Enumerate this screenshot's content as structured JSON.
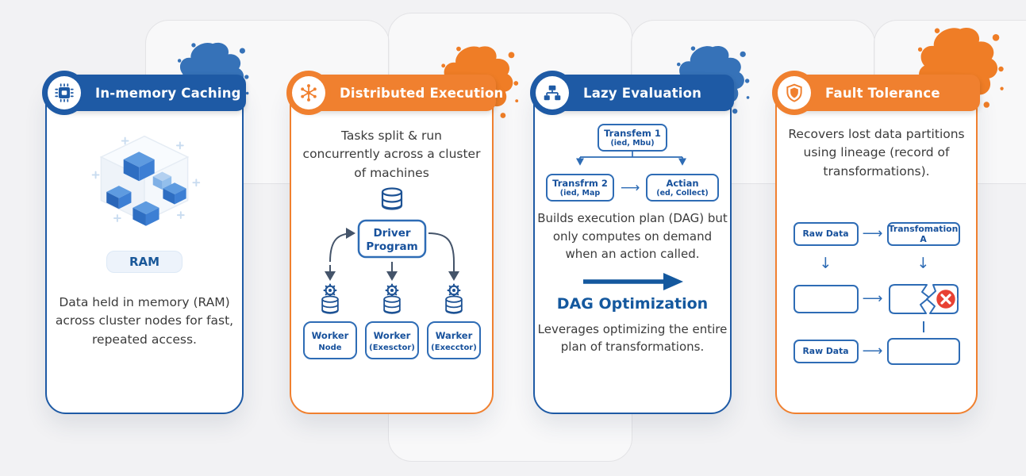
{
  "colors": {
    "blue": "#1E5AA5",
    "orange": "#F0802F",
    "diagram-border": "#2E6CB5",
    "diagram-text": "#17519C",
    "body-text": "#3B3B3B",
    "red": "#E84133",
    "background": "#F2F2F4"
  },
  "cards": [
    {
      "title": "In-memory Caching",
      "icon": "cpu-chip-icon",
      "illustration_label": "RAM",
      "description": "Data held in memory (RAM) across cluster nodes for fast, repeated access."
    },
    {
      "title": "Distributed Execution",
      "icon": "network-icon",
      "description": "Tasks split & run concurrently across a cluster of machines",
      "diagram": {
        "driver": {
          "line1": "Driver",
          "line2": "Program"
        },
        "workers": [
          {
            "line1": "Worker",
            "line2": "Node"
          },
          {
            "line1": "Worker",
            "line2": "(Exesctor)"
          },
          {
            "line1": "Warker",
            "line2": "(Execctor)"
          }
        ]
      }
    },
    {
      "title": "Lazy Evaluation",
      "icon": "flowchart-icon",
      "diagram": {
        "node1": {
          "line1": "Transfem 1",
          "line2": "(ied, Mbu)"
        },
        "node2": {
          "line1": "Transfrm 2",
          "line2": "(ied, Map"
        },
        "node3": {
          "line1": "Actian",
          "line2": "(ed, Collect)"
        }
      },
      "description": "Builds execution plan (DAG) but only computes on demand when an action called.",
      "subheading": "DAG Optimization",
      "description2": "Leverages optimizing the entire plan of transformations."
    },
    {
      "title": "Fault Tolerance",
      "icon": "shield-icon",
      "description": "Recovers lost data partitions using lineage (record of transformations).",
      "diagram": {
        "row1_left": "Raw Data",
        "row1_right": "Transfomation A",
        "row3_left": "Raw Data"
      }
    }
  ]
}
